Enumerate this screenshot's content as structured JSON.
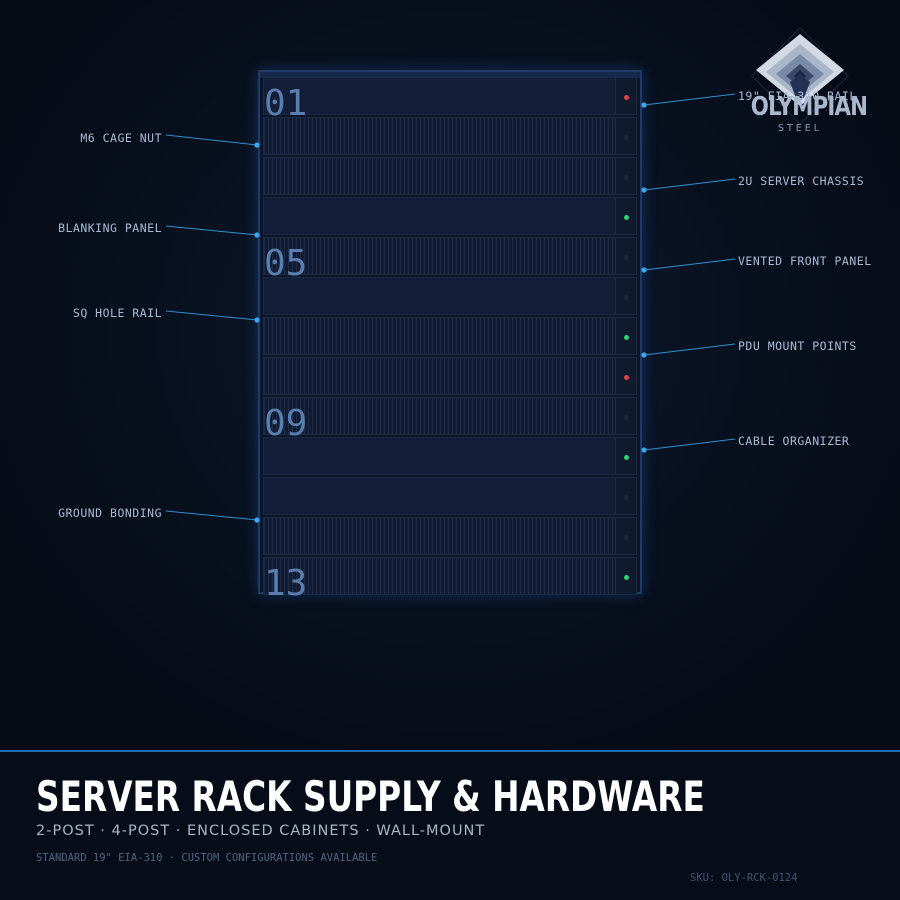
{
  "rack": {
    "units": [
      {
        "vented": false,
        "led": "#e04444",
        "number": "01"
      },
      {
        "vented": true,
        "led": "#1b2638",
        "number": ""
      },
      {
        "vented": true,
        "led": "#1b2638",
        "number": ""
      },
      {
        "vented": false,
        "led": "#2fd36a",
        "number": ""
      },
      {
        "vented": true,
        "led": "#1b2638",
        "number": "05"
      },
      {
        "vented": false,
        "led": "#1b2638",
        "number": ""
      },
      {
        "vented": true,
        "led": "#2fd36a",
        "number": ""
      },
      {
        "vented": true,
        "led": "#e04444",
        "number": ""
      },
      {
        "vented": true,
        "led": "#1b2638",
        "number": "09"
      },
      {
        "vented": false,
        "led": "#2fd36a",
        "number": ""
      },
      {
        "vented": false,
        "led": "#1b2638",
        "number": ""
      },
      {
        "vented": true,
        "led": "#1b2638",
        "number": ""
      },
      {
        "vented": true,
        "led": "#2fd36a",
        "number": "13"
      }
    ]
  },
  "callouts": {
    "left": [
      "M6 CAGE NUT",
      "BLANKING PANEL",
      "SQ HOLE RAIL",
      "GROUND BONDING"
    ],
    "right": [
      "19\" EIA-310 RAIL",
      "2U SERVER CHASSIS",
      "VENTED FRONT PANEL",
      "PDU MOUNT POINTS",
      "CABLE ORGANIZER"
    ]
  },
  "brand": {
    "name": "OLYMPIAN",
    "tagline": "STEEL"
  },
  "footer": {
    "title": "SERVER RACK SUPPLY & HARDWARE",
    "subtitle": "2-POST  ·  4-POST  ·  ENCLOSED CABINETS  ·  WALL-MOUNT",
    "spec": "STANDARD 19\" EIA-310   ·   CUSTOM CONFIGURATIONS AVAILABLE",
    "sku": "SKU: OLY-RCK-0124"
  },
  "colors": {
    "accent": "#1e6db0",
    "callout_line": "#2e8fd0",
    "led_red": "#e04444",
    "led_green": "#2fd36a"
  },
  "icons": {
    "logo": "stacked-diamond-logo-icon"
  }
}
